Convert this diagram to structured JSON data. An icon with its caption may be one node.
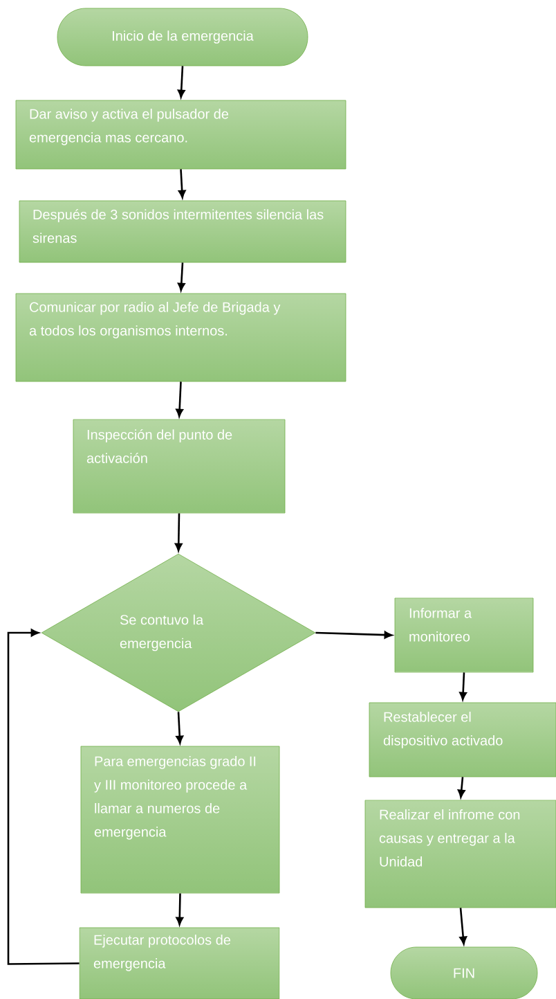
{
  "diagram": {
    "nodes": [
      {
        "text": [
          "Inicio de la emergencia"
        ]
      },
      {
        "text": [
          "Dar aviso  y activa el pulsador de emergencia mas cercano."
        ]
      },
      {
        "text": [
          "Después de 3 sonidos intermitentes silencia las sirenas"
        ]
      },
      {
        "text": [
          "Comunicar por radio al Jefe de Brigada y a todos los organismos internos."
        ]
      },
      {
        "text": [
          "Inspección del punto de activación"
        ]
      },
      {
        "text": [
          "Se contuvo la emergencia"
        ]
      },
      {
        "text": [
          "Informar a monitoreo"
        ]
      },
      {
        "text": [
          "Para emergencias grado II y III monitoreo procede a llamar a numeros de emergencia"
        ]
      },
      {
        "text": [
          "Restablecer el dispositivo activado"
        ]
      },
      {
        "text": [
          "Ejecutar protocolos de emergencia"
        ]
      },
      {
        "text": [
          "Realizar el infrome con causas y entregar a la Unidad"
        ]
      },
      {
        "text": [
          "FIN"
        ]
      }
    ],
    "edges": [
      {
        "from": 0,
        "to": 1,
        "arrow": "to"
      },
      {
        "from": 1,
        "to": 2,
        "arrow": "to"
      },
      {
        "from": 2,
        "to": 3,
        "arrow": "to"
      },
      {
        "from": 3,
        "to": 4,
        "arrow": "to"
      },
      {
        "from": 4,
        "to": 5,
        "arrow": "to"
      },
      {
        "from": 5,
        "to": 6,
        "arrow": "to"
      },
      {
        "from": 5,
        "to": 7,
        "arrow": "to"
      },
      {
        "from": 7,
        "to": 9,
        "arrow": "to"
      },
      {
        "from": 9,
        "to": 5,
        "arrow": "to"
      },
      {
        "from": 6,
        "to": 8,
        "arrow": "to"
      },
      {
        "from": 8,
        "to": 10,
        "arrow": "to"
      },
      {
        "from": 10,
        "to": 11,
        "arrow": "to"
      }
    ]
  }
}
